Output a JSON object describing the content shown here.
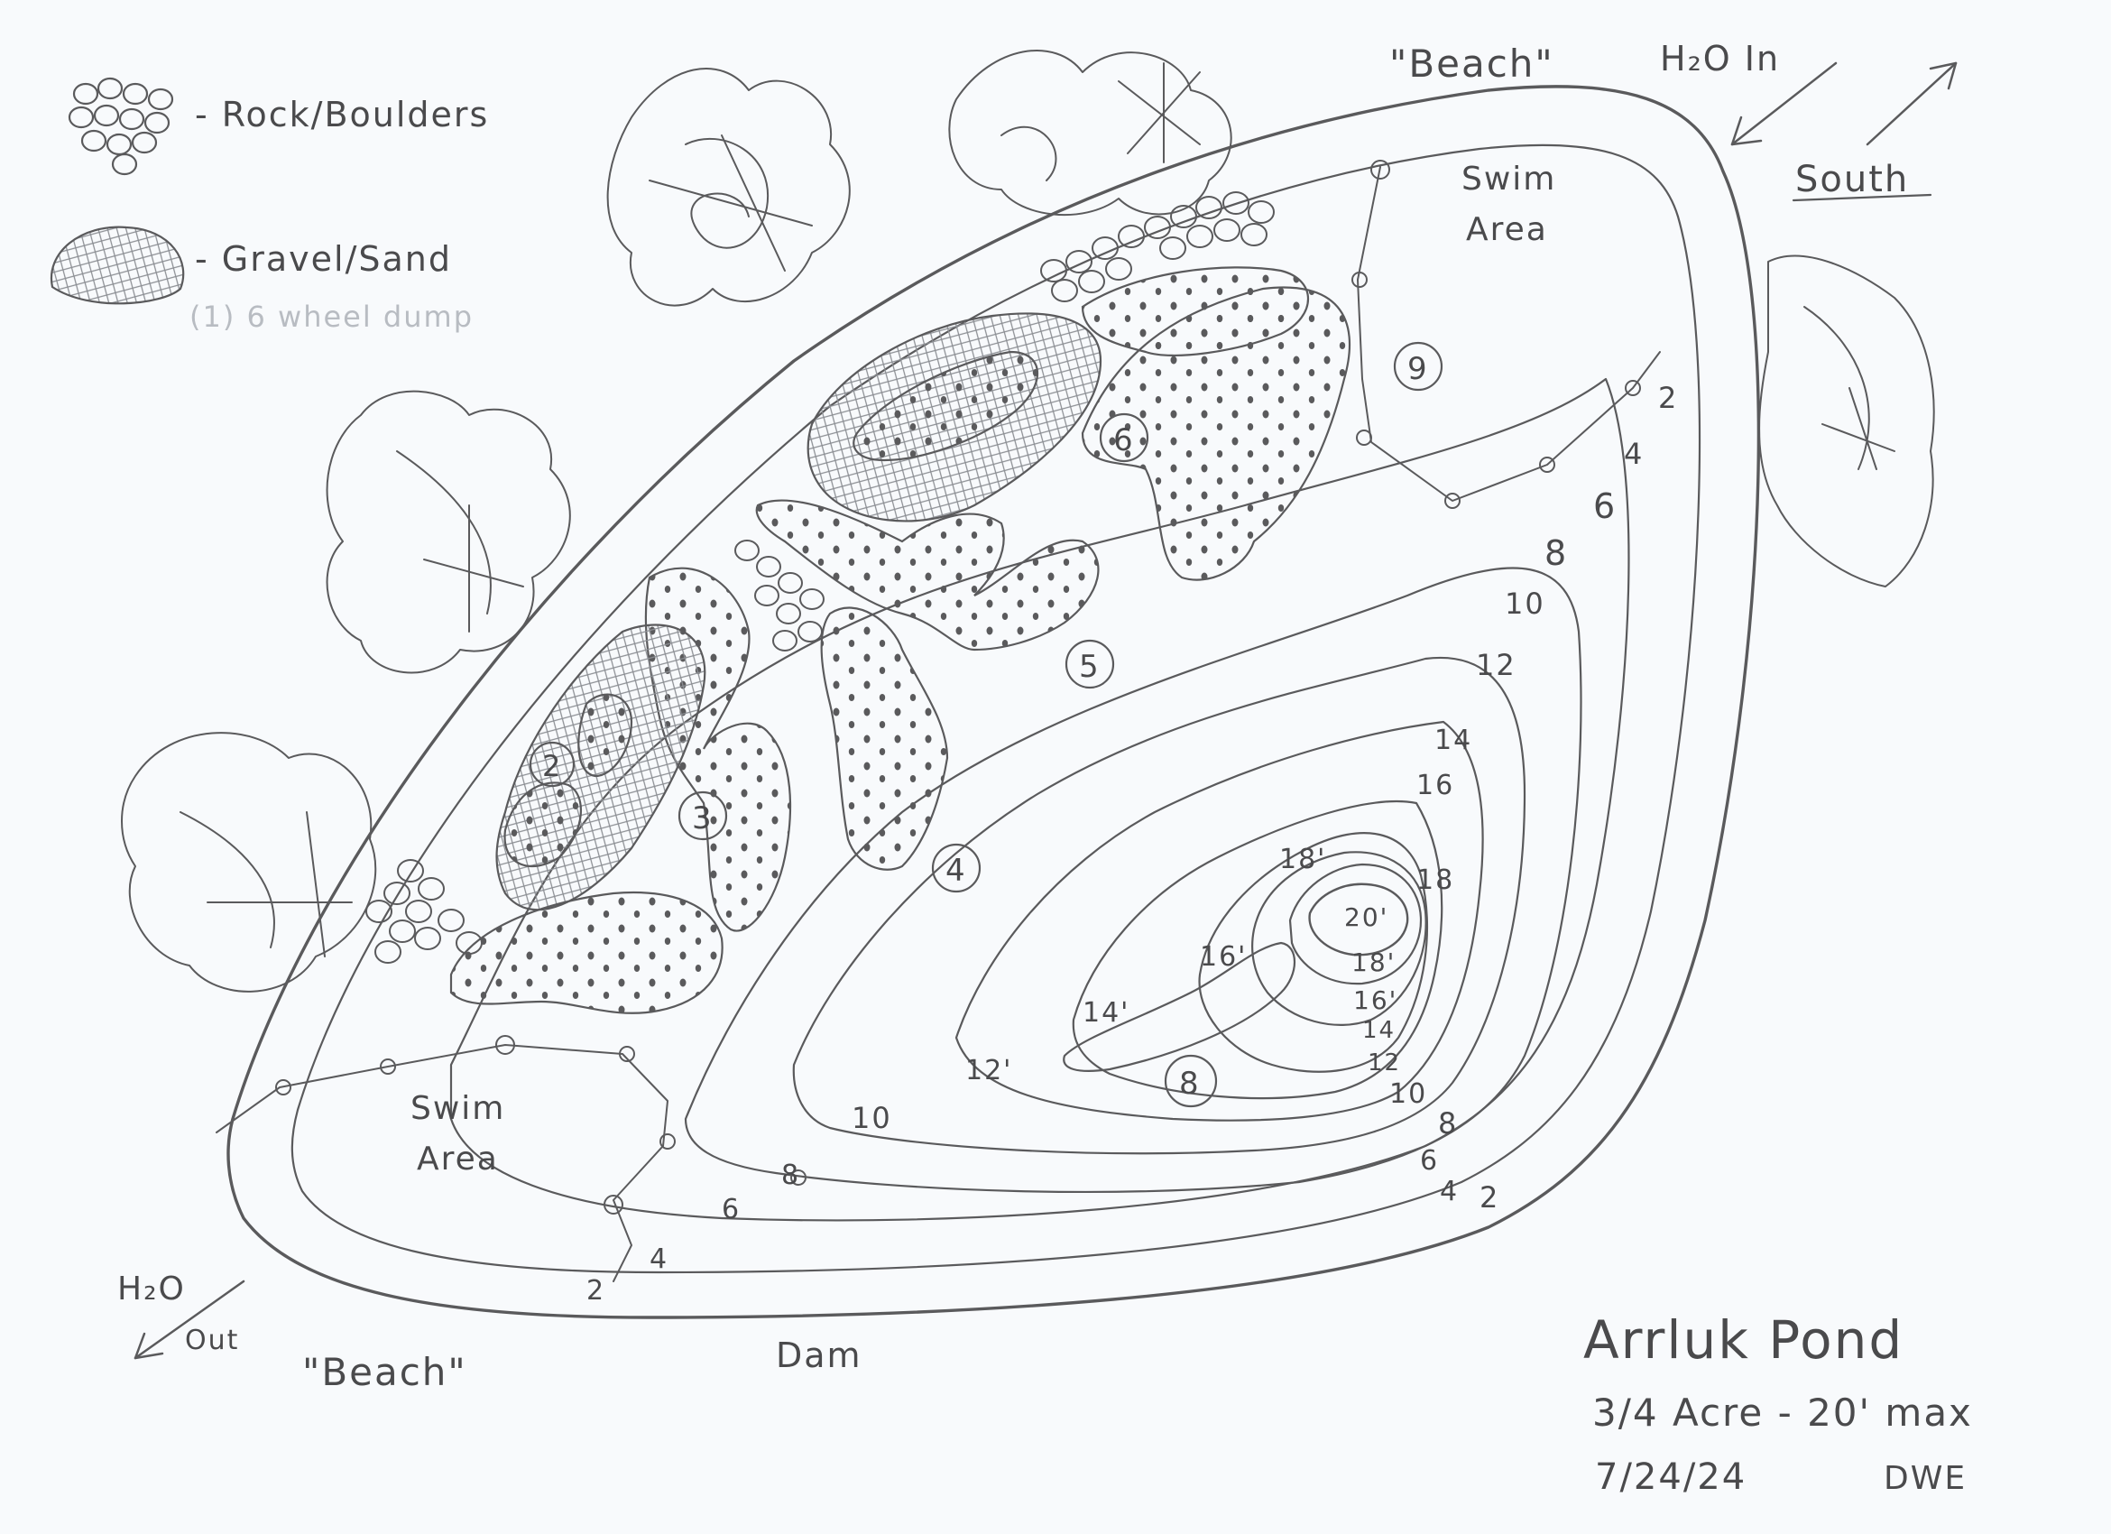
{
  "legend": {
    "rock_label": "- Rock/Boulders",
    "gravel_label": "- Gravel/Sand",
    "note": "(1) 6 wheel dump"
  },
  "labels": {
    "beach_top": "\"Beach\"",
    "h2o_in": "H₂O In",
    "south": "South",
    "swim_area_top_1": "Swim",
    "swim_area_top_2": "Area",
    "swim_area_bottom_1": "Swim",
    "swim_area_bottom_2": "Area",
    "h2o_out_1": "H₂O",
    "h2o_out_2": "Out",
    "beach_bottom": "\"Beach\"",
    "dam": "Dam"
  },
  "title_block": {
    "name": "Arrluk Pond",
    "size": "3/4 Acre - 20' max",
    "date": "7/24/24",
    "initials": "DWE"
  },
  "island_numbers": [
    "2",
    "3",
    "4",
    "5",
    "6",
    "8",
    "9"
  ],
  "depths_east": [
    "2",
    "4",
    "6",
    "8",
    "10",
    "12",
    "14",
    "16",
    "18"
  ],
  "depths_south": [
    "2",
    "4",
    "6",
    "8",
    "10",
    "12",
    "14",
    "16",
    "18",
    "20'"
  ],
  "depths_west": [
    "2",
    "4",
    "6",
    "8",
    "10"
  ],
  "depths_deep": [
    "18'",
    "20'",
    "18'",
    "16'",
    "14",
    "12",
    "10",
    "8",
    "6",
    "4",
    "2"
  ],
  "depths_spot": [
    "16'",
    "14'",
    "12'"
  ],
  "colors": {
    "pencil": "#5a5a5c",
    "paper": "#f8fafc"
  }
}
